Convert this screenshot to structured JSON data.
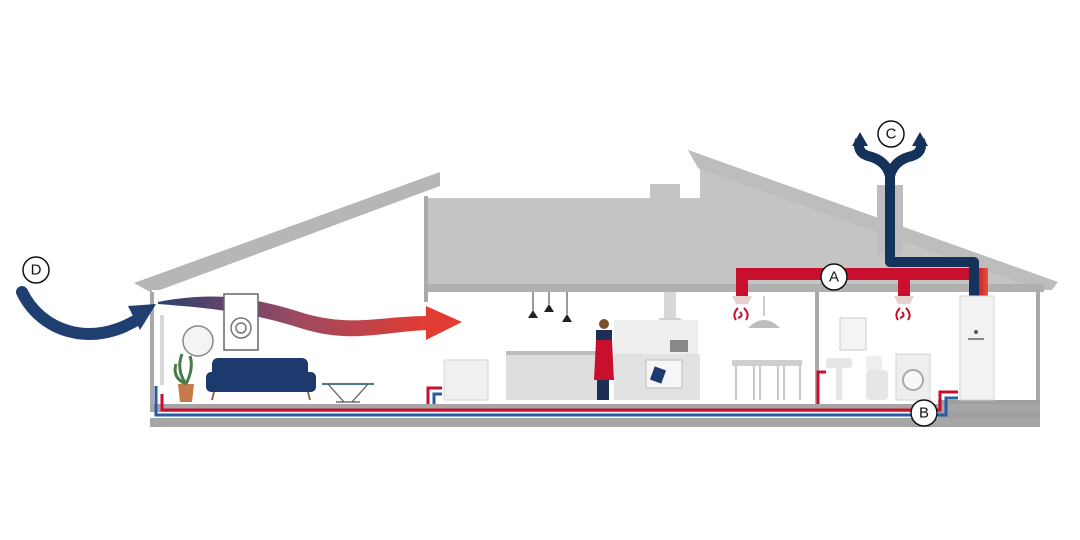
{
  "diagram": {
    "labels": {
      "A": "A",
      "B": "B",
      "C": "C",
      "D": "D"
    },
    "colors": {
      "house_gray": "#c7c7c7",
      "roof_gray": "#b3b3b3",
      "wall_line": "#a8a8a8",
      "warm_red": "#c8102e",
      "cool_blue": "#1c3f6e",
      "duct_navy": "#15335a",
      "floor_gray": "#9d9d9d"
    }
  }
}
